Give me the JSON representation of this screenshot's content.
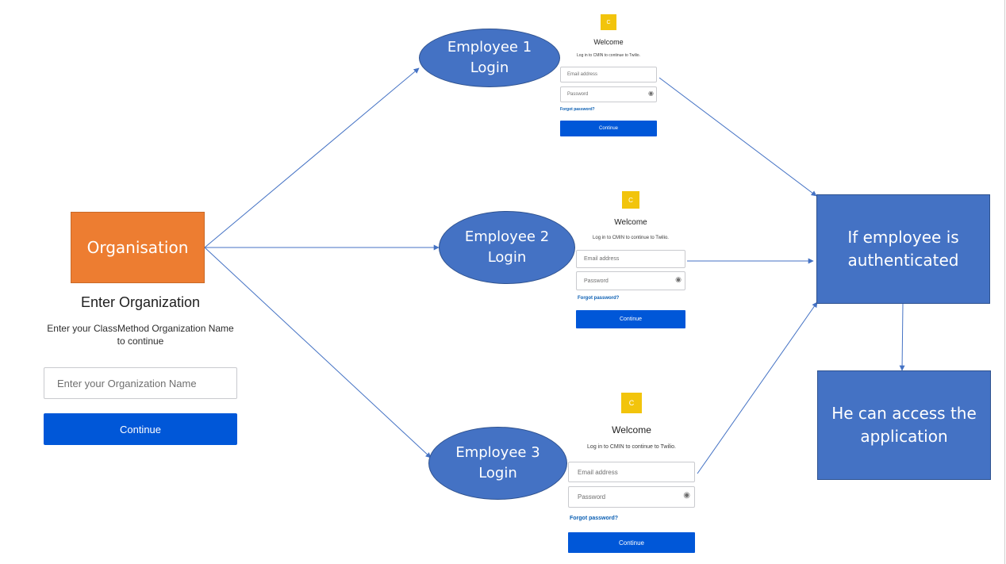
{
  "organisation_box": {
    "label": "Organisation"
  },
  "organization_form": {
    "title": "Enter Organization",
    "subtitle": "Enter your ClassMethod Organization Name to continue",
    "input_placeholder": "Enter your Organization Name",
    "continue_label": "Continue"
  },
  "employees": [
    {
      "label_line1": "Employee 1",
      "label_line2": "Login"
    },
    {
      "label_line1": "Employee 2",
      "label_line2": "Login"
    },
    {
      "label_line1": "Employee 3",
      "label_line2": "Login"
    }
  ],
  "login_cards": [
    {
      "logo": "C",
      "welcome": "Welcome",
      "subtitle": "Log in to CMIN to continue to Twilio.",
      "email_placeholder": "Email address",
      "password_placeholder": "Password",
      "forgot": "Forgot password?",
      "continue": "Continue"
    },
    {
      "logo": "C",
      "welcome": "Welcome",
      "subtitle": "Log in to CMIN to continue to Twilio.",
      "email_placeholder": "Email address",
      "password_placeholder": "Password",
      "forgot": "Forgot password?",
      "continue": "Continue"
    },
    {
      "logo": "C",
      "welcome": "Welcome",
      "subtitle": "Log in to CMIN to continue to Twilio.",
      "email_placeholder": "Email address",
      "password_placeholder": "Password",
      "forgot": "Forgot password?",
      "continue": "Continue"
    }
  ],
  "auth_box": {
    "label_line1": "If employee is",
    "label_line2": "authenticated"
  },
  "access_box": {
    "label_line1": "He can access the",
    "label_line2": "application"
  },
  "colors": {
    "organisation_fill": "#ed7d31",
    "node_fill": "#4472c4",
    "arrow": "#4472c4",
    "button": "#0057d8",
    "logo": "#f2c40c"
  },
  "icons": {
    "password_toggle": "eye-icon"
  }
}
